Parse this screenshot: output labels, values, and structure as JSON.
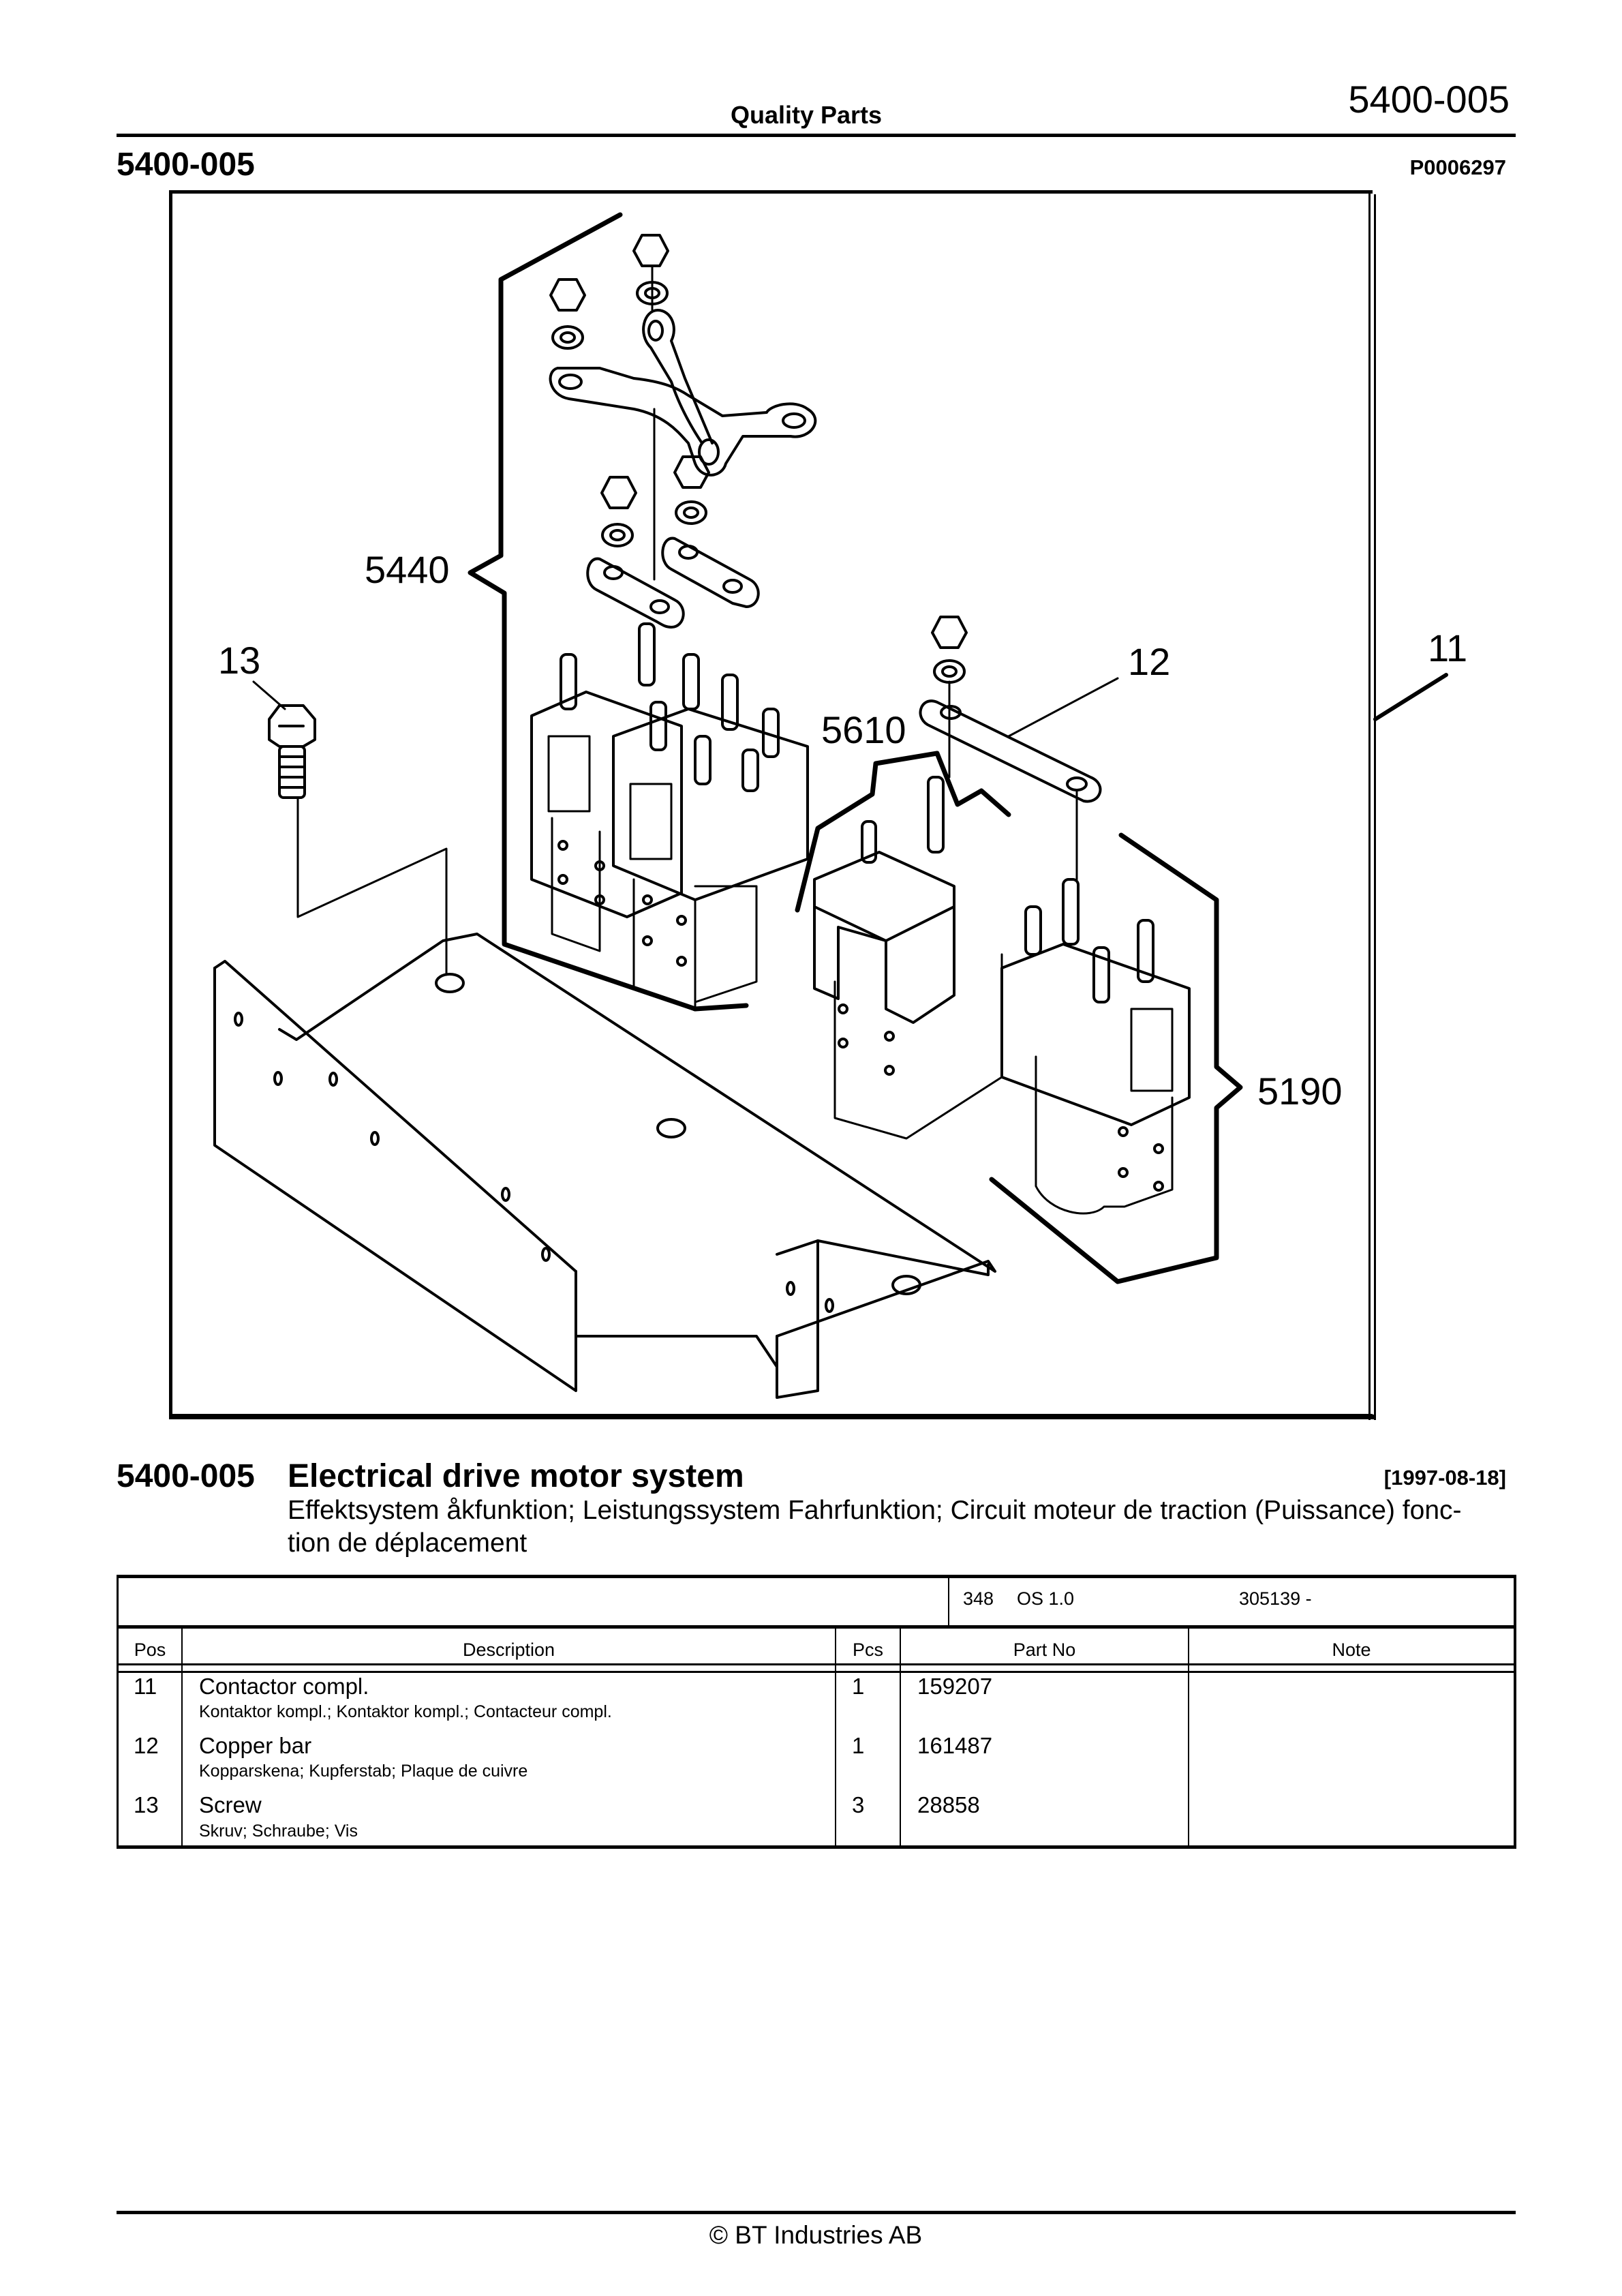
{
  "header": {
    "center_title": "Quality Parts",
    "page_code": "5400-005"
  },
  "section": {
    "id": "5400-005",
    "figure_id": "P0006297"
  },
  "illustration": {
    "callouts": {
      "c5440": "5440",
      "c13": "13",
      "c12": "12",
      "c11": "11",
      "c5610": "5610",
      "c5190": "5190"
    }
  },
  "title_block": {
    "id": "5400-005",
    "title": "Electrical drive motor system",
    "date": "[1997-08-18]",
    "subtitle_line1": "Effektsystem åkfunktion; Leistungssystem Fahrfunktion; Circuit moteur de traction (Puissance) fonc-",
    "subtitle_line2": "tion de déplacement"
  },
  "table": {
    "info": {
      "model": "348",
      "version": "OS 1.0",
      "serial": "305139 -"
    },
    "columns": {
      "pos": "Pos",
      "description": "Description",
      "pcs": "Pcs",
      "part_no": "Part No",
      "note": "Note"
    },
    "rows": [
      {
        "pos": "11",
        "description": "Contactor compl.",
        "translations": "Kontaktor kompl.; Kontaktor kompl.; Contacteur compl.",
        "pcs": "1",
        "part_no": "159207",
        "note": ""
      },
      {
        "pos": "12",
        "description": "Copper bar",
        "translations": "Kopparskena; Kupferstab; Plaque de cuivre",
        "pcs": "1",
        "part_no": "161487",
        "note": ""
      },
      {
        "pos": "13",
        "description": "Screw",
        "translations": "Skruv; Schraube; Vis",
        "pcs": "3",
        "part_no": "28858",
        "note": ""
      }
    ]
  },
  "footer": {
    "copyright": "© BT Industries AB"
  }
}
